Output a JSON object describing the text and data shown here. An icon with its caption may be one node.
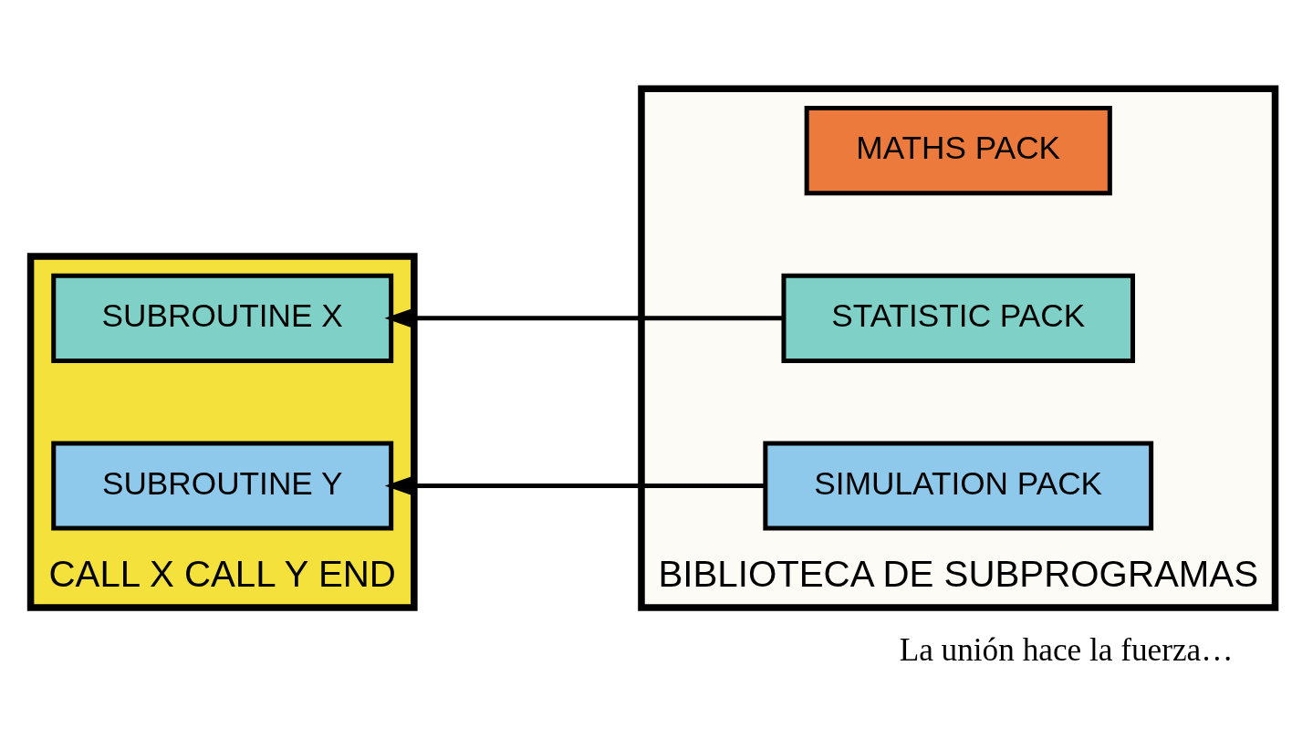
{
  "diagram": {
    "caption": "La unión hace la fuerza…",
    "nodes": [
      {
        "text": [
          "CALL X CALL Y END"
        ]
      },
      {
        "text": [
          "SUBROUTINE X"
        ],
        "in": 0
      },
      {
        "text": [
          "SUBROUTINE Y"
        ],
        "in": 0
      },
      {
        "text": [
          "BIBLIOTECA DE SUBPROGRAMAS"
        ]
      },
      {
        "text": [
          "MATHS PACK"
        ],
        "in": 3
      },
      {
        "text": [
          "STATISTIC PACK"
        ],
        "in": 3
      },
      {
        "text": [
          "SIMULATION PACK"
        ],
        "in": 3
      }
    ],
    "edges": [
      {
        "from": 5,
        "to": 1,
        "arrow": "to"
      },
      {
        "from": 6,
        "to": 2,
        "arrow": "to"
      }
    ]
  }
}
